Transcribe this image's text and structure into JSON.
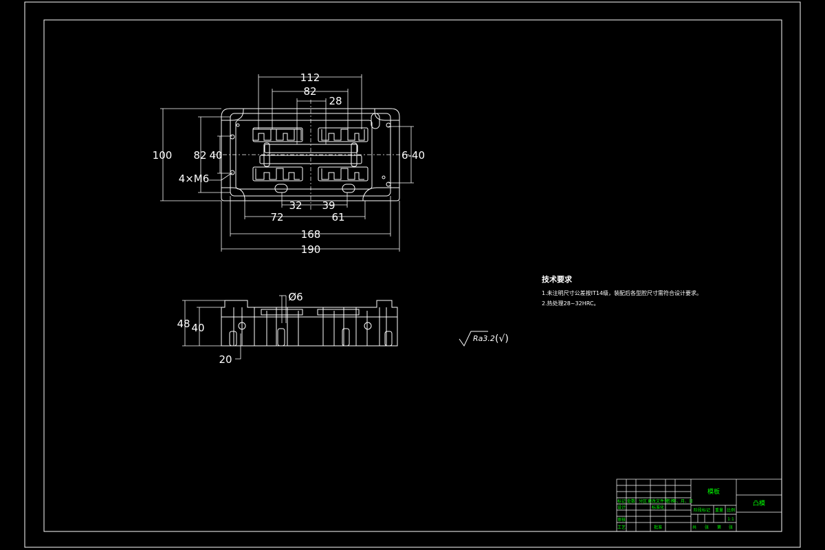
{
  "colors": {
    "background": "#000000",
    "lines": "#ffffff",
    "title_block_text": "#00ff00"
  },
  "top_view": {
    "dims": {
      "d112": "112",
      "d82top": "82",
      "d28": "28",
      "d100": "100",
      "d82left": "82",
      "d40left": "40",
      "d640": "6-40",
      "d4m6": "4×M6",
      "d32": "32",
      "d39": "39",
      "d72": "72",
      "d61": "61",
      "d168": "168",
      "d190": "190"
    }
  },
  "side_view": {
    "dims": {
      "phi6": "Ø6",
      "d48": "48",
      "d40": "40",
      "d20": "20"
    }
  },
  "roughness": {
    "value": "Ra3.2",
    "bracket": "(√)"
  },
  "notes": {
    "title": "技术要求",
    "line1": "1.未注明尺寸公差按IT14级，装配后各型腔尺寸需符合设计要求。",
    "line2": "2.热处理28~32HRC。"
  },
  "title_block": {
    "part_name": "模板",
    "drawing_no": "凸模",
    "scale": "1:1",
    "row_labels": [
      "标记",
      "处数",
      "分区",
      "更改文件号",
      "签名",
      "年、月、日"
    ],
    "designer": "设计",
    "standardization": "标准化",
    "audit": "审核",
    "process": "工艺",
    "approve": "批准",
    "stage_mark": "阶段标记",
    "weight": "重量",
    "scale_label": "比例",
    "sheets": [
      "共",
      "张",
      "第",
      "张"
    ]
  }
}
